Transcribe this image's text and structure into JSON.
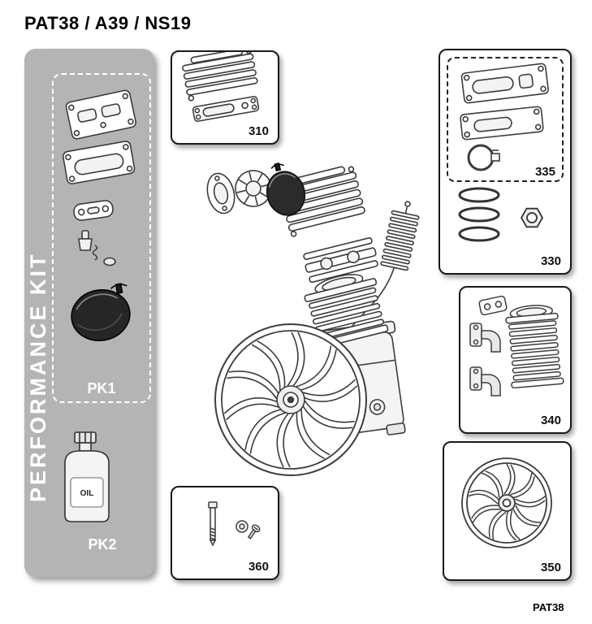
{
  "page": {
    "title": "PAT38 / A39 / NS19",
    "footer_code": "PAT38"
  },
  "performance_kit": {
    "label": "PERFORMANCE KIT",
    "pk1": "PK1",
    "pk2": "PK2",
    "oil": "OIL"
  },
  "callouts": {
    "c310": "310",
    "c335": "335",
    "c330": "330",
    "c340": "340",
    "c350": "350",
    "c360": "360"
  },
  "colors": {
    "panel_gray": "#b4b4b4",
    "line": "#3c3c3c",
    "box_border": "#1a1a1a",
    "dark_part": "#262626"
  }
}
